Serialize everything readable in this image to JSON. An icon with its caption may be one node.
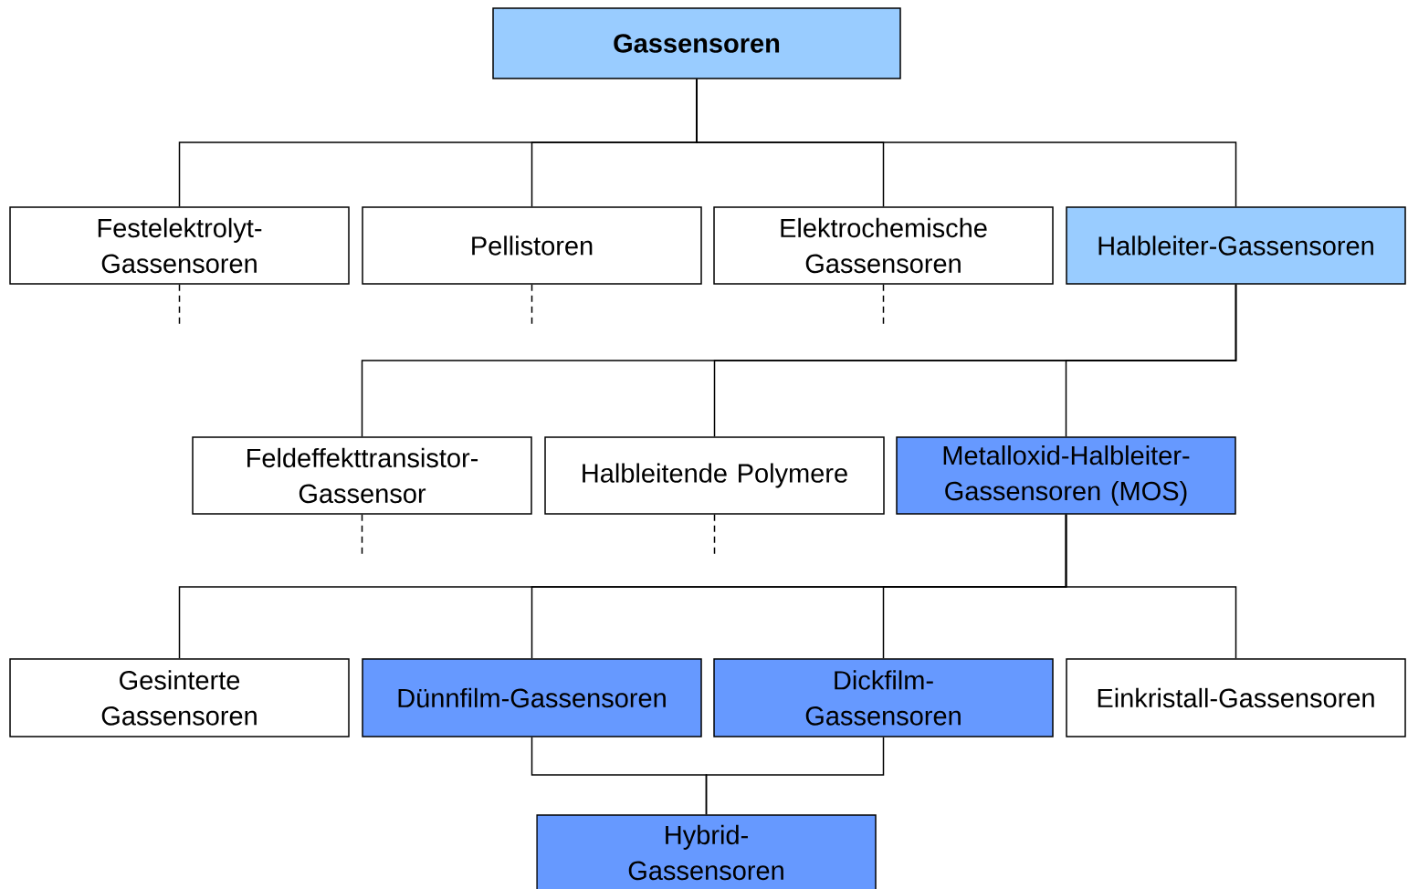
{
  "diagram": {
    "nodes": [
      {
        "text": [
          "Gassensoren"
        ]
      },
      {
        "text": [
          "Festelektrolyt- Gassensoren"
        ]
      },
      {
        "text": [
          "Pellistoren"
        ]
      },
      {
        "text": [
          "Elektrochemische Gassensoren"
        ]
      },
      {
        "text": [
          "Halbleiter-Gassensoren"
        ]
      },
      {
        "text": [
          "Feldeffekttransistor- Gassensor"
        ]
      },
      {
        "text": [
          "Halbleitende Polymere"
        ]
      },
      {
        "text": [
          "Metalloxid-Halbleiter- Gassensoren (MOS)"
        ]
      },
      {
        "text": [
          "Gesinterte Gassensoren"
        ]
      },
      {
        "text": [
          "Dünnfilm-Gassensoren"
        ]
      },
      {
        "text": [
          "Dickfilm- Gassensoren"
        ]
      },
      {
        "text": [
          "Einkristall-Gassensoren"
        ]
      },
      {
        "text": [
          "Hybrid- Gassensoren"
        ]
      }
    ],
    "edges": [
      {
        "from": 0,
        "to": 1,
        "arrow": "none"
      },
      {
        "from": 0,
        "to": 2,
        "arrow": "none"
      },
      {
        "from": 0,
        "to": 3,
        "arrow": "none"
      },
      {
        "from": 0,
        "to": 4,
        "arrow": "none"
      },
      {
        "from": 1,
        "to": null,
        "arrow": "none",
        "style": "dashed"
      },
      {
        "from": 2,
        "to": null,
        "arrow": "none",
        "style": "dashed"
      },
      {
        "from": 3,
        "to": null,
        "arrow": "none",
        "style": "dashed"
      },
      {
        "from": 4,
        "to": 5,
        "arrow": "none"
      },
      {
        "from": 4,
        "to": 6,
        "arrow": "none"
      },
      {
        "from": 4,
        "to": 7,
        "arrow": "none"
      },
      {
        "from": 5,
        "to": null,
        "arrow": "none",
        "style": "dashed"
      },
      {
        "from": 6,
        "to": null,
        "arrow": "none",
        "style": "dashed"
      },
      {
        "from": 7,
        "to": 8,
        "arrow": "none"
      },
      {
        "from": 7,
        "to": 9,
        "arrow": "none"
      },
      {
        "from": 7,
        "to": 10,
        "arrow": "none"
      },
      {
        "from": 7,
        "to": 11,
        "arrow": "none"
      },
      {
        "from": 9,
        "to": 12,
        "arrow": "none"
      },
      {
        "from": 10,
        "to": 12,
        "arrow": "none"
      }
    ]
  }
}
